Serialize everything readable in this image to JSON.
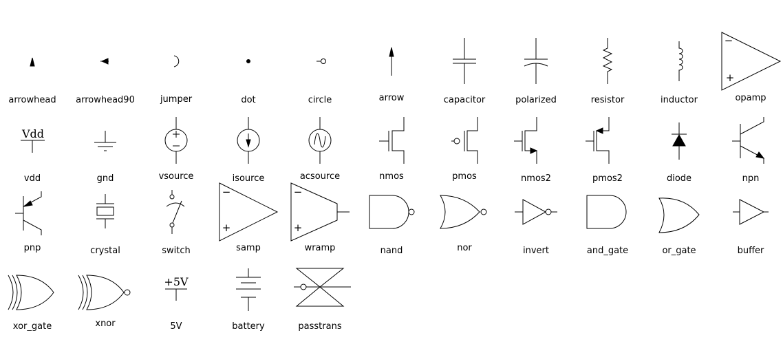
{
  "title": "Schematic symbol library",
  "symbols": [
    "arrowhead",
    "arrowhead90",
    "jumper",
    "dot",
    "circle",
    "arrow",
    "capacitor",
    "polarized",
    "resistor",
    "inductor",
    "opamp",
    "vdd",
    "gnd",
    "vsource",
    "isource",
    "acsource",
    "nmos",
    "pmos",
    "nmos2",
    "pmos2",
    "diode",
    "npn",
    "pnp",
    "crystal",
    "switch",
    "samp",
    "wramp",
    "nand",
    "nor",
    "invert",
    "and_gate",
    "or_gate",
    "buffer",
    "xor_gate",
    "xnor",
    "5V",
    "battery",
    "passtrans"
  ],
  "symbol_text": {
    "vdd": "Vdd",
    "five_v": "+5V",
    "plus": "+",
    "minus": "−"
  }
}
